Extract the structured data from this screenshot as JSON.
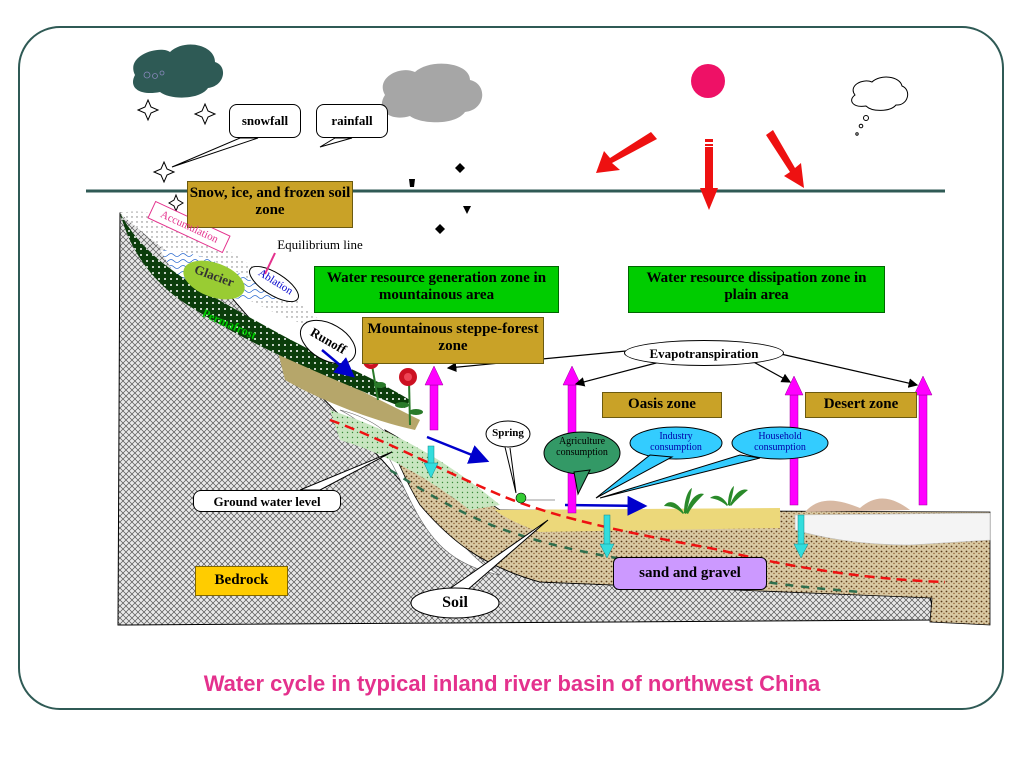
{
  "title": "Water cycle in typical inland river basin of northwest China",
  "labels": {
    "snowfall": "snowfall",
    "rainfall": "rainfall",
    "snow_zone": "Snow, ice, and frozen soil zone",
    "accumulation": "Accumulation",
    "equilibrium": "Equilibrium line",
    "glacier": "Glacier",
    "ablation": "Ablation",
    "permafrost": "Permafrost",
    "runoff": "Runoff",
    "generation_zone": "Water resource generation zone in mountainous area",
    "dissipation_zone": "Water resource dissipation zone in plain area",
    "steppe_zone": "Mountainous steppe-forest zone",
    "evapotranspiration": "Evapotranspiration",
    "oasis_zone": "Oasis zone",
    "desert_zone": "Desert zone",
    "spring": "Spring",
    "agriculture": "Agriculture consumption",
    "industry": "Industry consumption",
    "household": "Household consumption",
    "ground_water": "Ground water level",
    "bedrock": "Bedrock",
    "sand_gravel": "sand and gravel",
    "soil": "Soil"
  },
  "colors": {
    "title": "#e4318d",
    "sun": "#ee1166",
    "frame": "#2f5a55",
    "gold_box": "#c9a227",
    "green_box": "#00cc00",
    "bedrock_box": "#ffcc00",
    "sand_box": "#cc99ff",
    "arrow_red": "#ee1111",
    "arrow_magenta": "#ff00ff",
    "arrow_blue": "#0000cc",
    "arrow_cyan": "#33dddd",
    "agriculture_bubble": "#339966",
    "consumption_bubble": "#33ccff"
  }
}
